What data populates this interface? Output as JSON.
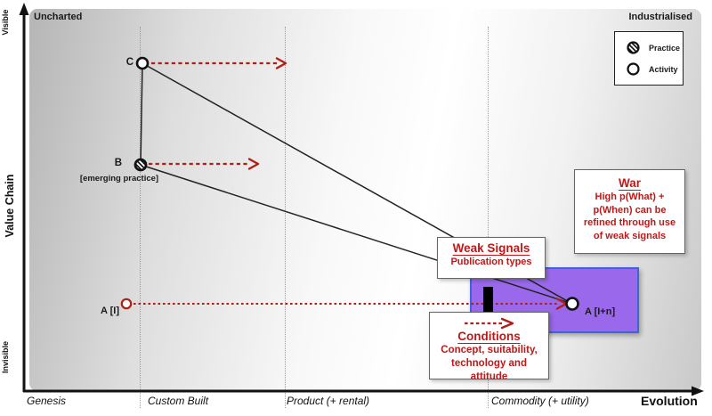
{
  "map": {
    "corner_labels": {
      "top_left": "Uncharted",
      "top_right": "Industrialised"
    },
    "value_chain_axis": {
      "title": "Value Chain",
      "top_label": "Visible",
      "bottom_label": "Invisible"
    },
    "evolution_axis": {
      "title": "Evolution",
      "stages": [
        "Genesis",
        "Custom Built",
        "Product (+ rental)",
        "Commodity (+ utility)"
      ]
    }
  },
  "legend": {
    "practice_label": "Practice",
    "activity_label": "Activity"
  },
  "nodes": {
    "c": {
      "label": "C",
      "type": "activity"
    },
    "b": {
      "label": "B",
      "sublabel": "[emerging practice]",
      "type": "practice"
    },
    "a_start": {
      "label": "A [I]",
      "type": "activity"
    },
    "a_end": {
      "label": "A [I+n]",
      "type": "activity"
    }
  },
  "annotations": {
    "weak_signals": {
      "title": "Weak Signals",
      "body": "Publication types"
    },
    "war": {
      "title": "War",
      "body": "High p(What) + p(When) can be refined through use of weak signals"
    },
    "conditions": {
      "title": "Conditions",
      "body": "Concept, suitability, technology and attitude"
    }
  },
  "colors": {
    "annotation_red": "#c01818",
    "arrow_red": "#b01f16",
    "purple_fill": "#9a68ea",
    "purple_border": "#3f63e0",
    "bar_black": "#000000"
  }
}
